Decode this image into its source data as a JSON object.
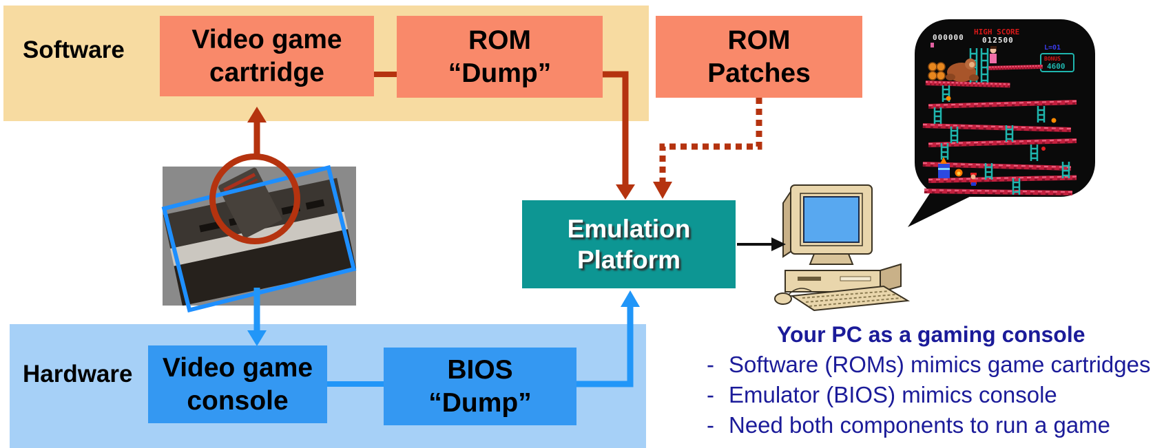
{
  "bands": {
    "software": {
      "label": "Software"
    },
    "hardware": {
      "label": "Hardware"
    }
  },
  "boxes": {
    "cartridge": {
      "line1": "Video game",
      "line2": "cartridge"
    },
    "rom_dump": {
      "line1": "ROM",
      "line2": "“Dump”"
    },
    "rom_patches": {
      "line1": "ROM",
      "line2": "Patches"
    },
    "console": {
      "line1": "Video game",
      "line2": "console"
    },
    "bios_dump": {
      "line1": "BIOS",
      "line2": "“Dump”"
    },
    "emulation": {
      "line1": "Emulation",
      "line2": "Platform"
    }
  },
  "note": {
    "title": "Your PC as a gaming console",
    "bullets": [
      {
        "dash": "-",
        "text": "Software (ROMs) mimics game cartridges"
      },
      {
        "dash": "-",
        "text": "Emulator (BIOS) mimics console"
      },
      {
        "dash": "-",
        "text": "Need both components to run a game"
      }
    ]
  },
  "game_screen": {
    "score": "000000",
    "high_score_label": "HIGH SCORE",
    "high_score_value": "012500",
    "lives": "L=01",
    "bonus_label": "BONUS",
    "bonus_value": "4600"
  },
  "colors": {
    "software_band": "#F7DBA1",
    "software_box": "#F9896A",
    "hardware_band": "#A6D0F7",
    "hardware_box": "#3498F2",
    "emulator_box": "#0D9693",
    "red_accent": "#B5330F",
    "blue_accent": "#1E8FFF",
    "note_text": "#1B1B99"
  }
}
